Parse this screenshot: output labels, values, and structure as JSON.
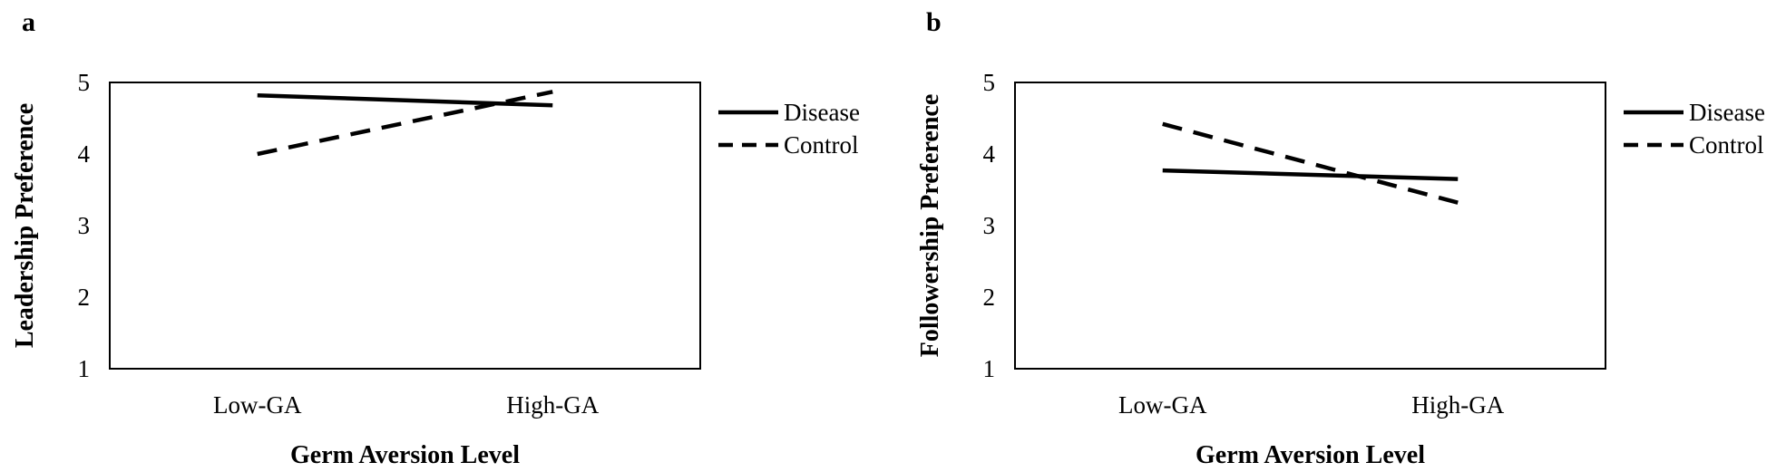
{
  "chart_data": [
    {
      "type": "line",
      "panel_label": "a",
      "title": "",
      "categories": [
        "Low-GA",
        "High-GA"
      ],
      "xlabel": "Germ Aversion Level",
      "ylabel": "Leadership Preference",
      "ylim": [
        1,
        5
      ],
      "yticks": [
        "1",
        "2",
        "3",
        "4",
        "5"
      ],
      "grid": false,
      "legend": "right",
      "series": [
        {
          "name": "Disease",
          "values": [
            4.82,
            4.68
          ],
          "style": "solid",
          "color": "#000000"
        },
        {
          "name": "Control",
          "values": [
            4.0,
            4.87
          ],
          "style": "dashed",
          "color": "#000000"
        }
      ]
    },
    {
      "type": "line",
      "panel_label": "b",
      "title": "",
      "categories": [
        "Low-GA",
        "High-GA"
      ],
      "xlabel": "Germ Aversion Level",
      "ylabel": "Followership Preference",
      "ylim": [
        1,
        5
      ],
      "yticks": [
        "1",
        "2",
        "3",
        "4",
        "5"
      ],
      "grid": false,
      "legend": "right",
      "series": [
        {
          "name": "Disease",
          "values": [
            3.77,
            3.65
          ],
          "style": "solid",
          "color": "#000000"
        },
        {
          "name": "Control",
          "values": [
            4.42,
            3.32
          ],
          "style": "dashed",
          "color": "#000000"
        }
      ]
    }
  ]
}
